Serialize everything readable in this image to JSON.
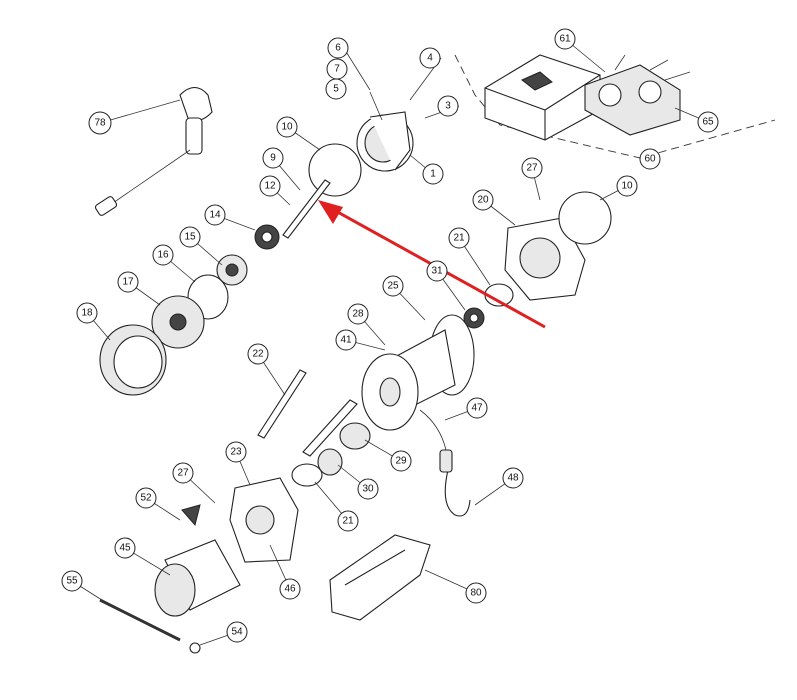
{
  "diagram": {
    "title": "Winch exploded parts diagram",
    "arrow_color": "#e02020",
    "callouts": [
      {
        "id": "c6",
        "label": "6"
      },
      {
        "id": "c7",
        "label": "7"
      },
      {
        "id": "c5",
        "label": "5"
      },
      {
        "id": "c4",
        "label": "4"
      },
      {
        "id": "c3",
        "label": "3"
      },
      {
        "id": "c1",
        "label": "1"
      },
      {
        "id": "c78",
        "label": "78"
      },
      {
        "id": "c10a",
        "label": "10"
      },
      {
        "id": "c9",
        "label": "9"
      },
      {
        "id": "c12",
        "label": "12"
      },
      {
        "id": "c14",
        "label": "14"
      },
      {
        "id": "c15",
        "label": "15"
      },
      {
        "id": "c16",
        "label": "16"
      },
      {
        "id": "c17",
        "label": "17"
      },
      {
        "id": "c18",
        "label": "18"
      },
      {
        "id": "c61",
        "label": "61"
      },
      {
        "id": "c65",
        "label": "65"
      },
      {
        "id": "c60",
        "label": "60"
      },
      {
        "id": "c27a",
        "label": "27"
      },
      {
        "id": "c10b",
        "label": "10"
      },
      {
        "id": "c20",
        "label": "20"
      },
      {
        "id": "c21a",
        "label": "21"
      },
      {
        "id": "c31",
        "label": "31"
      },
      {
        "id": "c25",
        "label": "25"
      },
      {
        "id": "c28",
        "label": "28"
      },
      {
        "id": "c41",
        "label": "41"
      },
      {
        "id": "c22",
        "label": "22"
      },
      {
        "id": "c47",
        "label": "47"
      },
      {
        "id": "c29",
        "label": "29"
      },
      {
        "id": "c30",
        "label": "30"
      },
      {
        "id": "c48",
        "label": "48"
      },
      {
        "id": "c27b",
        "label": "27"
      },
      {
        "id": "c23",
        "label": "23"
      },
      {
        "id": "c52",
        "label": "52"
      },
      {
        "id": "c21b",
        "label": "21"
      },
      {
        "id": "c45",
        "label": "45"
      },
      {
        "id": "c46",
        "label": "46"
      },
      {
        "id": "c80",
        "label": "80"
      },
      {
        "id": "c55",
        "label": "55"
      },
      {
        "id": "c54",
        "label": "54"
      }
    ]
  }
}
